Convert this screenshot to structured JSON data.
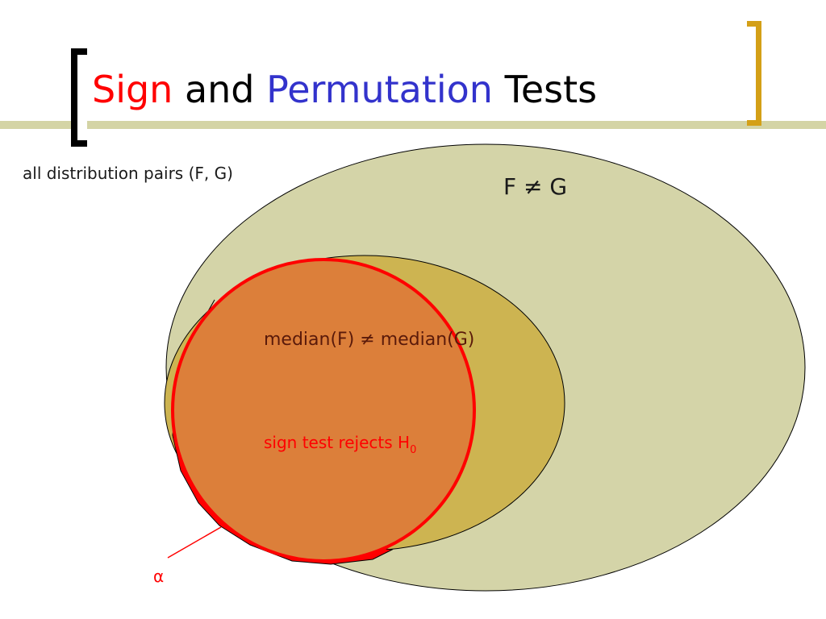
{
  "title": {
    "word1": "Sign",
    "word2": "and",
    "word3": "Permutation",
    "word4": "Tests"
  },
  "diagram": {
    "outer_label": "all distribution pairs (F, G)",
    "f_neq_g_label": "F ≠ G",
    "median_label": "median(F) ≠ median(G)",
    "sign_test_label_main": "sign test rejects H",
    "sign_test_label_sub": "0",
    "alpha_label": "α"
  },
  "colors": {
    "accent_bar": "#d4d4a5",
    "outer_ellipse": "#d4d4a8",
    "median_ellipse": "#cdb451",
    "sign_test_circle_fill": "#dc7f3a",
    "sign_test_circle_stroke": "#ff0000",
    "alpha_region": "#ff0000",
    "title_sign": "#ff0000",
    "title_permutation": "#3333cc",
    "right_bracket": "#d4a017"
  }
}
